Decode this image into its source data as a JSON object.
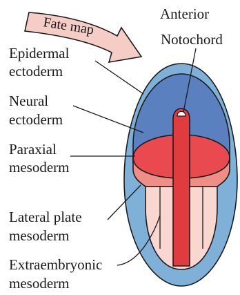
{
  "arrow_label": "Fate map",
  "labels": {
    "anterior": "Anterior",
    "notochord": "Notochord",
    "epidermal_ectoderm": [
      "Epidermal",
      "ectoderm"
    ],
    "neural_ectoderm": [
      "Neural",
      "ectoderm"
    ],
    "paraxial_mesoderm": [
      "Paraxial",
      "mesoderm"
    ],
    "lateral_plate_mesoderm": [
      "Lateral plate",
      "mesoderm"
    ],
    "extraembryonic_mesoderm": [
      "Extraembryonic",
      "mesoderm"
    ]
  },
  "colors": {
    "epidermal_ectoderm": "#7fb0d8",
    "neural_ectoderm": "#5b80bf",
    "paraxial_mesoderm": "#e84a4f",
    "lateral_plate_mesoderm": "#ef8e86",
    "extraembryonic_mesoderm": "#f9d6cf",
    "notochord": "#e03c40",
    "arrow_fill": "#f6cdc6"
  }
}
